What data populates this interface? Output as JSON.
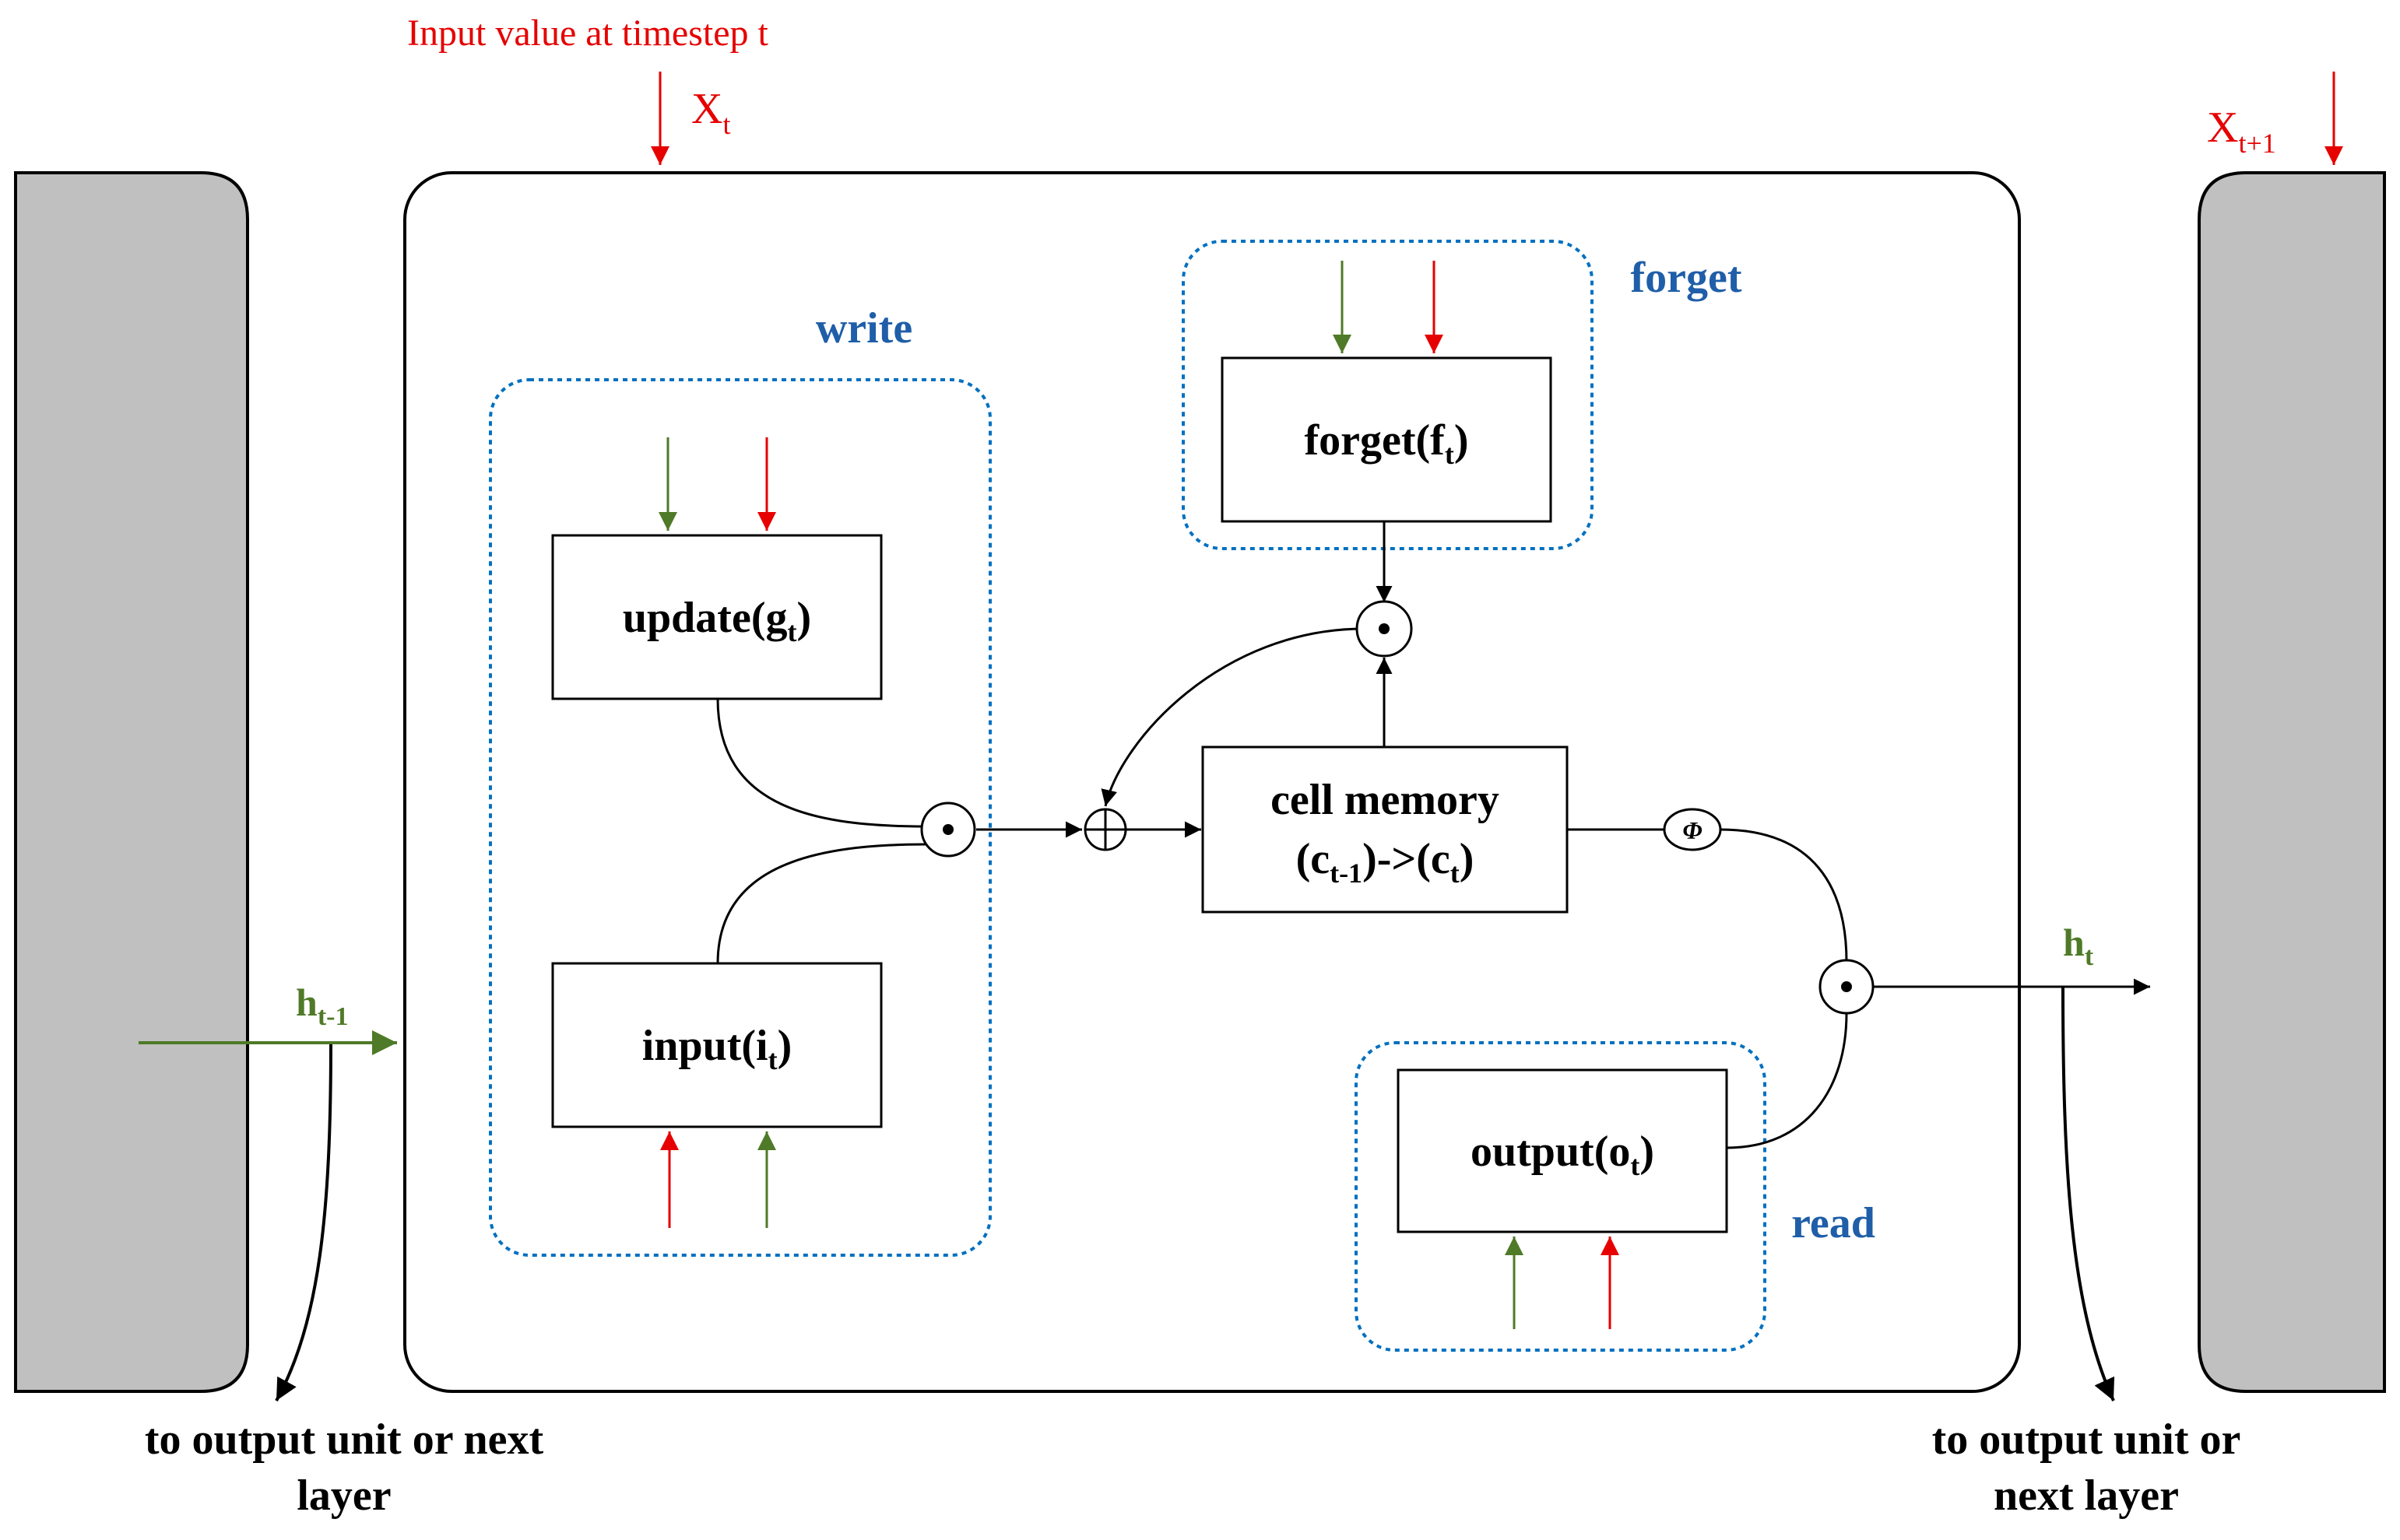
{
  "colors": {
    "input_red": "#e60000",
    "hidden_green": "#4f7a28",
    "group_blue": "#0070c0",
    "group_label_blue": "#1f5ea8",
    "neighbor_gray": "#c0c0c0",
    "line_black": "#000000"
  },
  "input_label": "Input value at timestep t",
  "x_t": {
    "base": "X",
    "sub": "t"
  },
  "x_t1": {
    "base": "X",
    "sub": "t+1"
  },
  "h_prev": {
    "base": "h",
    "sub": "t-1"
  },
  "h_t": {
    "base": "h",
    "sub": "t"
  },
  "groups": {
    "write": "write",
    "forget": "forget",
    "read": "read"
  },
  "gates": {
    "update": {
      "pre": "update(g",
      "sub": "t",
      "post": ")"
    },
    "input": {
      "pre": "input(i",
      "sub": "t",
      "post": ")"
    },
    "forget": {
      "pre": "forget(f",
      "sub": "t",
      "post": ")"
    },
    "output": {
      "pre": "output(o",
      "sub": "t",
      "post": ")"
    }
  },
  "cell": {
    "line1": "cell memory",
    "line2_pre": "(c",
    "line2_sub1": "t-1",
    "line2_mid": ")->(c",
    "line2_sub2": "t",
    "line2_post": ")"
  },
  "operators": {
    "multiply": "•",
    "add": "+",
    "phi": "Φ"
  },
  "output_left": {
    "line1": "to output unit or next",
    "line2": "layer"
  },
  "output_right": {
    "line1": "to output unit or",
    "line2": "next layer"
  }
}
